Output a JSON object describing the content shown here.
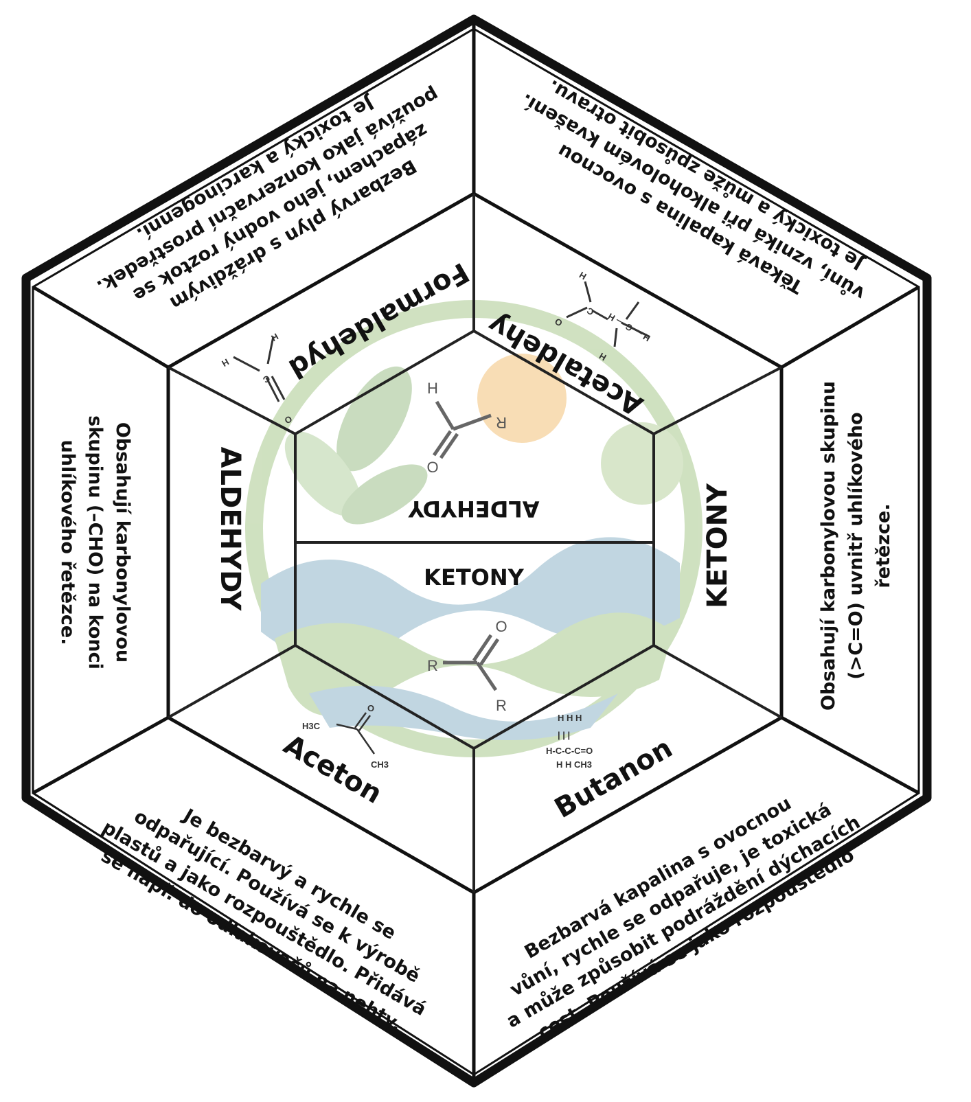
{
  "colors": {
    "line": "#111111",
    "ring": "#a9c98e",
    "sun": "#f3c27a",
    "leaf": "#9dc08b",
    "water": "#8fb6c9"
  },
  "center": {
    "top_label": "ALDEHYDY",
    "bottom_label": "KETONY",
    "aldehyde_formula": {
      "h": "H",
      "r": "R",
      "o": "O"
    },
    "ketone_formula": {
      "o": "O",
      "r1": "R",
      "r2": "R"
    }
  },
  "labels": {
    "formaldehyd": "Formaldehyd",
    "acetaldehyd": "Acetaldehy",
    "aldehydy": "ALDEHYDY",
    "ketony": "KETONY",
    "aceton": "Aceton",
    "butanon": "Butanon"
  },
  "structures": {
    "formaldehyd": {
      "h1": "H",
      "h2": "H",
      "c": "C",
      "o": "O"
    },
    "acetaldehyd": {
      "h": "H",
      "c": "C",
      "o": "O",
      "ch3": "H — C — H",
      "h_bottom": "H"
    },
    "aceton": {
      "h3c": "H3C",
      "o": "O",
      "ch3": "CH3"
    },
    "butanon": {
      "top": "H  H  H",
      "mid": "H-C-C-C=O",
      "bottom": "H  H  CH3"
    }
  },
  "panels": {
    "formaldehyd": [
      "Bezbarvý plyn s dráždivým",
      "zápachem, jeho vodný roztok se",
      "používá jako konzervační prostředek.",
      "Je toxický a karcinogenní."
    ],
    "acetaldehyd": [
      "Těkavá kapalina s ovocnou",
      "vůní, vzniká při alkoholovém kvašení.",
      "Je toxický a může způsobit otravu."
    ],
    "ketony": [
      "Obsahují karbonylovou skupinu",
      "(>C=O) uvnitř uhlíkového",
      "řetězce."
    ],
    "aldehydy": [
      "Obsahují karbonylovou",
      "skupinu (–CHO) na konci",
      "uhlíkového řetězce."
    ],
    "aceton": [
      "Je bezbarvý a rychle se",
      "odpařující. Používá se k výrobě",
      "plastů a jako rozpouštědlo. Přidává",
      "se např. do odlakovačů na nehty."
    ],
    "butanon": [
      "Bezbarvá kapalina s ovocnou",
      "vůní, rychle se odpařuje, je toxická",
      "a může způsobit podráždění dýchacích",
      "cest. Používá se jako rozpouštědlo"
    ]
  }
}
